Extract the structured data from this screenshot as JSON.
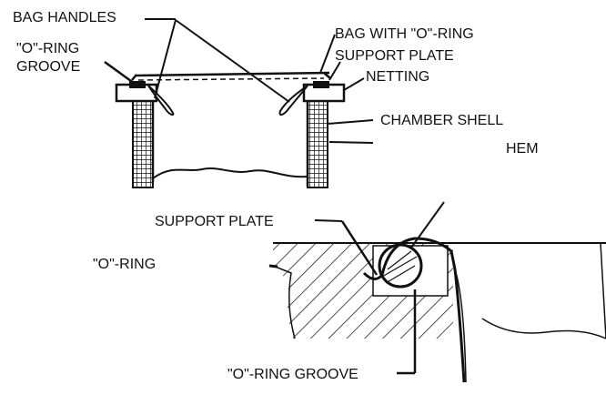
{
  "labels": {
    "bag_handles": "BAG HANDLES",
    "o_ring_groove_top_line1": "\"O\"-RING",
    "o_ring_groove_top_line2": "GROOVE",
    "bag_with_o_ring": "BAG WITH \"O\"-RING",
    "support_plate_top": "SUPPORT PLATE",
    "netting": "NETTING",
    "chamber_shell": "CHAMBER SHELL",
    "hem": "HEM",
    "support_plate_bottom": "SUPPORT PLATE",
    "o_ring_bottom": "\"O\"-RING",
    "o_ring_groove_bottom": "\"O\"-RING GROOVE"
  }
}
